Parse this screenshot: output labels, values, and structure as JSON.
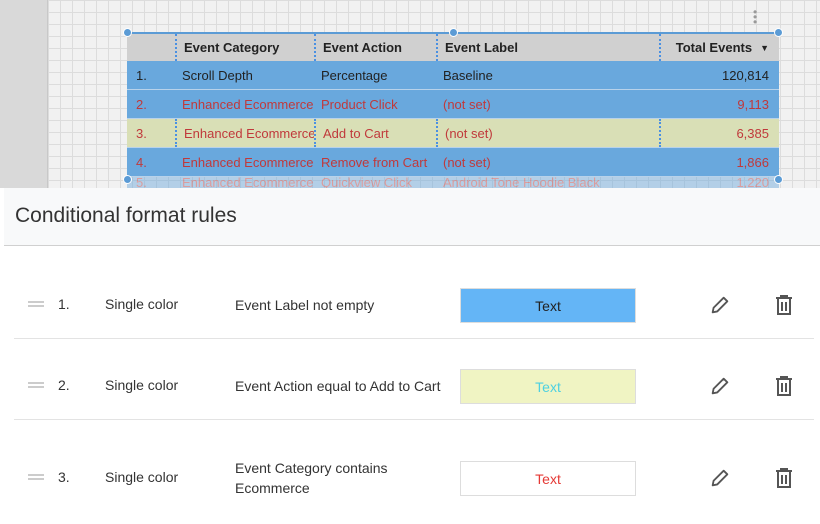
{
  "table": {
    "headers": [
      "",
      "Event Category",
      "Event Action",
      "Event Label",
      "Total Events"
    ],
    "sort_icon": "caret-down-icon",
    "rows": [
      [
        "1.",
        "Scroll Depth",
        "Percentage",
        "Baseline",
        "120,814"
      ],
      [
        "2.",
        "Enhanced Ecommerce",
        "Product Click",
        "(not set)",
        "9,113"
      ],
      [
        "3.",
        "Enhanced Ecommerce",
        "Add to Cart",
        "(not set)",
        "6,385"
      ],
      [
        "4.",
        "Enhanced Ecommerce",
        "Remove from Cart",
        "(not set)",
        "1,866"
      ],
      [
        "5.",
        "Enhanced Ecommerce",
        "Quickview Click",
        "Android Tone Hoodie Black",
        "1,220"
      ]
    ]
  },
  "panel": {
    "title": "Conditional format rules",
    "rules": [
      {
        "num": "1.",
        "type": "Single color",
        "condition": "Event Label not empty",
        "preview": "Text",
        "bg": "#64b5f6",
        "fg": "#222222"
      },
      {
        "num": "2.",
        "type": "Single color",
        "condition": "Event Action equal to Add to Cart",
        "preview": "Text",
        "bg": "#f0f4c3",
        "fg": "#4dd0e1"
      },
      {
        "num": "3.",
        "type": "Single color",
        "condition": "Event Category contains Ecommerce",
        "preview": "Text",
        "bg": "#ffffff",
        "fg": "#e53935"
      }
    ]
  },
  "colors": {
    "row_blue": "#69a8dd",
    "row_yellow": "#d9dfb6",
    "text_red": "#c0393b",
    "selection": "#5b9bd5"
  }
}
